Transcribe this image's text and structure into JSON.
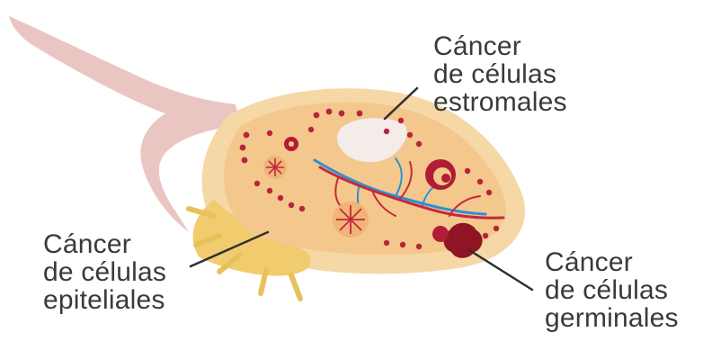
{
  "labels": {
    "stromal": {
      "line1": "Cáncer",
      "line2": "de células",
      "line3": "estromales"
    },
    "epithelial": {
      "line1": "Cáncer",
      "line2": "de células",
      "line3": "epiteliales"
    },
    "germinal": {
      "line1": "Cáncer",
      "line2": "de células",
      "line3": "germinales"
    }
  },
  "colors": {
    "ligament": "#eac6c2",
    "ovary_outer": "#f6d7a6",
    "ovary_inner": "#f4c78c",
    "tumor_yellow": "#f1cc6e",
    "dot_red": "#b8243d",
    "follicle_red": "#b11c36",
    "vessel_red": "#c6283c",
    "vessel_blue": "#2e8fd6",
    "stromal_patch": "#f3ece9",
    "germ_mass": "#8f1424",
    "leader_line": "#2f2f2f",
    "ray_yellow": "#e7c15a"
  },
  "icons": [
    "ovary-illustration",
    "follicle-icon",
    "star-cell-icon",
    "radiating-rays-icon"
  ]
}
